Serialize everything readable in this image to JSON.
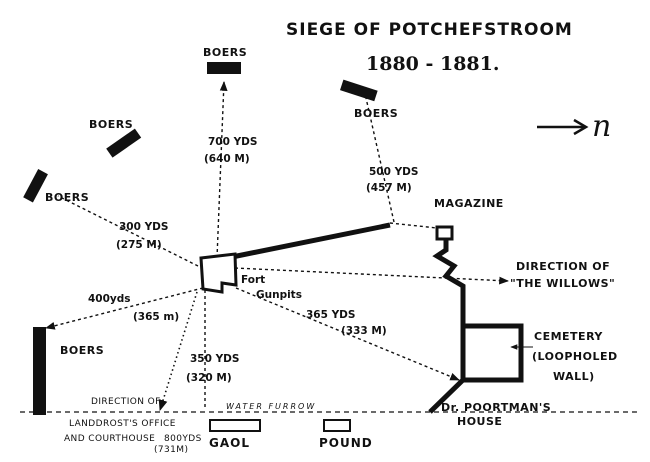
{
  "title": "SIEGE OF POTCHEFSTROOM",
  "years": "1880 - 1881.",
  "compass_label": "n",
  "boer_label": "BOERS",
  "distances": {
    "north": {
      "yds": "700 YDS",
      "m": "(640 M)"
    },
    "northeast": {
      "yds": "500 YDS",
      "m": "(457 M)"
    },
    "northwest": {
      "yds": "300 YDS",
      "m": "(275 M)"
    },
    "west": {
      "yds": "400yds",
      "m": "(365 m)"
    },
    "south": {
      "yds": "350 YDS",
      "m": "(320 M)"
    },
    "southeast": {
      "yds": "365 YDS",
      "m": "(333 M)"
    }
  },
  "places": {
    "magazine": "MAGAZINE",
    "willows_line1": "DIRECTION OF",
    "willows_line2": "\"THE WILLOWS\"",
    "fort": "Fort",
    "gunpits": "Gunpits",
    "cemetery_line1": "CEMETERY",
    "cemetery_line2": "(LOOPHOLED",
    "cemetery_line3": "WALL)",
    "direction_of": "DIRECTION OF",
    "landdrost_line1": "LANDDROST'S OFFICE",
    "landdrost_line2": "AND COURTHOUSE",
    "landdrost_dist_yds": "800YDS",
    "landdrost_dist_m": "(731M)",
    "water_furrow": "WATER FURROW",
    "poortman_line1": "Dr. POORTMAN'S",
    "poortman_line2": "HOUSE",
    "gaol": "GAOL",
    "pound": "POUND"
  }
}
